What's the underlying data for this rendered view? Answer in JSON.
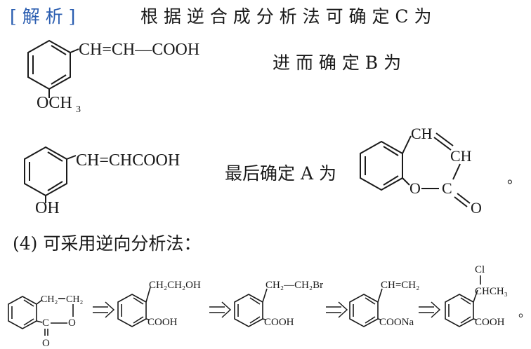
{
  "header": {
    "label": "[ 解 析 ]",
    "text": "根 据 逆 合 成 分 析 法 可 确 定 C 为"
  },
  "line2": {
    "text": "进 而 确 定 B 为"
  },
  "line3": {
    "text": "最后确定 A 为",
    "end": "。"
  },
  "part4": {
    "text": "(4) 可采用逆向分析法："
  },
  "structC": {
    "chain": "CH=CH—COOH",
    "sub": "OCH",
    "sub_index": "3"
  },
  "structB": {
    "chain": "CH=CHCOOH",
    "sub": "OH"
  },
  "structA": {
    "ch_top": "CH",
    "ch_right": "CH",
    "o": "O",
    "c": "C",
    "o_carbonyl": "O"
  },
  "route": {
    "s1_ch2a": "CH₂",
    "s1_ch2b": "CH₂",
    "s1_c": "C",
    "s1_o": "O",
    "s1_o2": "O",
    "s2_top": "CH₂CH₂OH",
    "s2_bottom": "COOH",
    "s3_top": "CH₂—CH₂Br",
    "s3_bottom": "COOH",
    "s4_top": "CH=CH₂",
    "s4_bottom": "COONa",
    "s5_cl": "Cl",
    "s5_top": "CHCH₃",
    "s5_bottom": "COOH",
    "end": "。"
  }
}
